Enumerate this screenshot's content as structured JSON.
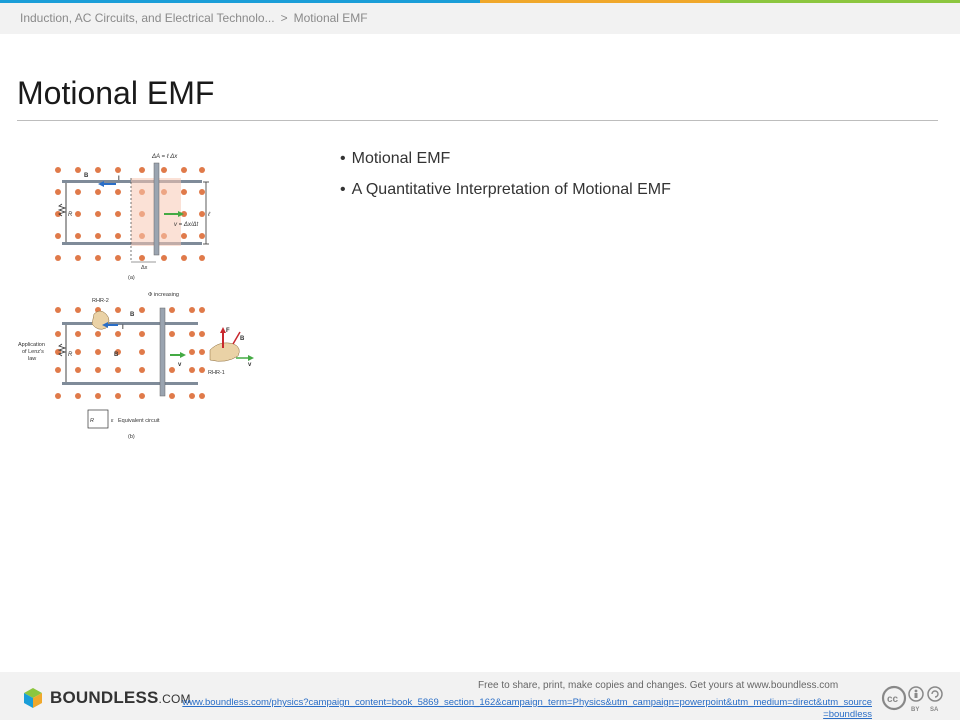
{
  "breadcrumb": {
    "parent": "Induction, AC Circuits, and Electrical Technolo...",
    "separator": ">",
    "current": "Motional EMF"
  },
  "page_title": "Motional EMF",
  "bullets": [
    "Motional EMF",
    "A Quantitative Interpretation of Motional EMF"
  ],
  "figure": {
    "panel_a": {
      "delta_a": "ΔA = ℓ Δx",
      "b_label": "B",
      "current_label": "I",
      "resistor_label": "R",
      "velocity_label": "v = Δx/Δt",
      "length_label": "ℓ",
      "dx_label": "Δx",
      "caption": "(a)"
    },
    "panel_b": {
      "rhr2": "RHR-2",
      "flux_label": "Φ increasing",
      "b_label": "B",
      "current_label": "I",
      "lenz_label_1": "Application",
      "lenz_label_2": "of Lenz's",
      "lenz_label_3": "law",
      "resistor_label": "R",
      "b_ind": "B",
      "velocity_label": "v",
      "force_label": "F",
      "rhr1": "RHR-1",
      "hand_b": "B",
      "hand_v": "v",
      "equiv_r": "R",
      "equiv_emf": "ε",
      "equiv_label": "Equivalent circuit",
      "caption": "(b)"
    }
  },
  "footer": {
    "brand": "BOUNDLESS",
    "brand_suffix": ".COM",
    "share_note": "Free to share, print, make copies and changes. Get yours at www.boundless.com",
    "source_url": "www.boundless.com/physics?campaign_content=book_5869_section_162&campaign_term=Physics&utm_campaign=powerpoint&utm_medium=direct&utm_source=boundless",
    "license": [
      "BY",
      "SA"
    ]
  },
  "colors": {
    "stripe_1": "#1a9ed8",
    "stripe_2": "#1a9ed8",
    "stripe_3": "#f0a82b",
    "stripe_4": "#8cc63f",
    "field_dot": "#e07a4a",
    "rail": "#7f8b99",
    "current_arrow": "#2a6ec7",
    "velocity_arrow": "#44aa44",
    "force_arrow": "#c8282e"
  }
}
